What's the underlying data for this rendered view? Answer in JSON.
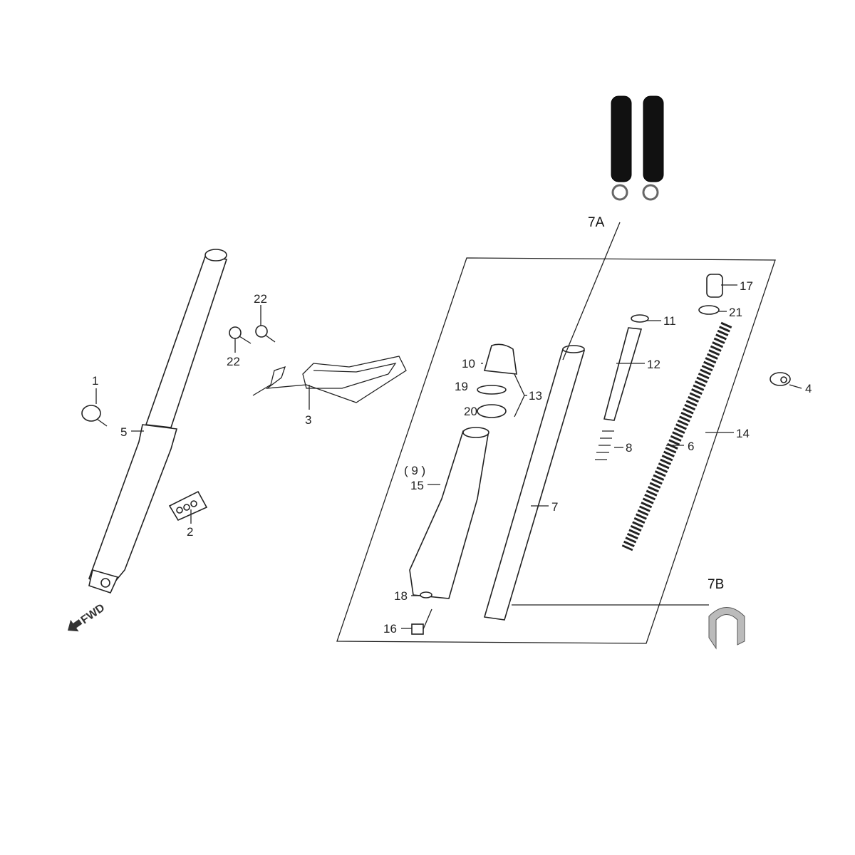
{
  "labels": {
    "p1": "1",
    "p2": "2",
    "p3": "3",
    "p4": "4",
    "p5": "5",
    "p6": "6",
    "p7": "7",
    "p7a": "7A",
    "p7b": "7B",
    "p8": "8",
    "p9": "( 9 )",
    "p10": "10",
    "p11": "11",
    "p12": "12",
    "p13": "13",
    "p14": "14",
    "p15": "15",
    "p16": "16",
    "p17": "17",
    "p18": "18",
    "p19": "19",
    "p20": "20",
    "p21": "21",
    "p22a": "22",
    "p22b": "22"
  },
  "direction_marker": {
    "text": "FWD",
    "icon": "arrow-down-left-icon"
  }
}
